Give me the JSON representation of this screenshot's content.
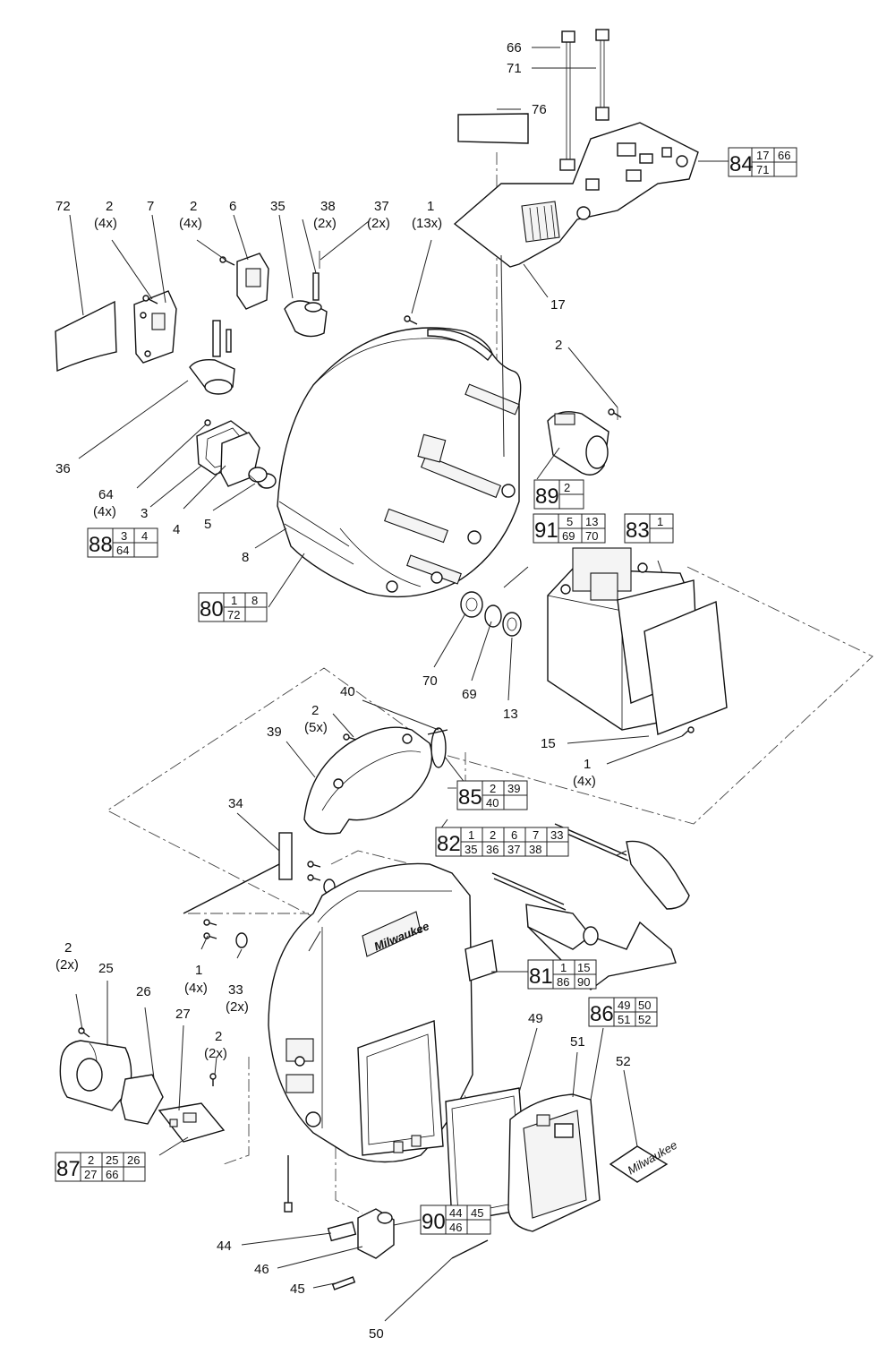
{
  "callouts": [
    {
      "id": "c66",
      "lines": [
        "66"
      ]
    },
    {
      "id": "c71",
      "lines": [
        "71"
      ]
    },
    {
      "id": "c76",
      "lines": [
        "76"
      ]
    },
    {
      "id": "c72",
      "lines": [
        "72"
      ]
    },
    {
      "id": "c2a",
      "lines": [
        "2",
        "(4x)"
      ]
    },
    {
      "id": "c7",
      "lines": [
        "7"
      ]
    },
    {
      "id": "c2b",
      "lines": [
        "2",
        "(4x)"
      ]
    },
    {
      "id": "c6",
      "lines": [
        "6"
      ]
    },
    {
      "id": "c35",
      "lines": [
        "35"
      ]
    },
    {
      "id": "c38",
      "lines": [
        "38",
        "(2x)"
      ]
    },
    {
      "id": "c37",
      "lines": [
        "37",
        "(2x)"
      ]
    },
    {
      "id": "c1a",
      "lines": [
        "1",
        "(13x)"
      ]
    },
    {
      "id": "c17",
      "lines": [
        "17"
      ]
    },
    {
      "id": "c2c",
      "lines": [
        "2"
      ]
    },
    {
      "id": "c36",
      "lines": [
        "36"
      ]
    },
    {
      "id": "c64",
      "lines": [
        "64",
        "(4x)"
      ]
    },
    {
      "id": "c3",
      "lines": [
        "3"
      ]
    },
    {
      "id": "c4",
      "lines": [
        "4"
      ]
    },
    {
      "id": "c5",
      "lines": [
        "5"
      ]
    },
    {
      "id": "c8",
      "lines": [
        "8"
      ]
    },
    {
      "id": "c70",
      "lines": [
        "70"
      ]
    },
    {
      "id": "c69",
      "lines": [
        "69"
      ]
    },
    {
      "id": "c13",
      "lines": [
        "13"
      ]
    },
    {
      "id": "c15",
      "lines": [
        "15"
      ]
    },
    {
      "id": "c1b",
      "lines": [
        "1",
        "(4x)"
      ]
    },
    {
      "id": "c40",
      "lines": [
        "40"
      ]
    },
    {
      "id": "c2d",
      "lines": [
        "2",
        "(5x)"
      ]
    },
    {
      "id": "c39",
      "lines": [
        "39"
      ]
    },
    {
      "id": "c34",
      "lines": [
        "34"
      ]
    },
    {
      "id": "c2e",
      "lines": [
        "2",
        "(2x)"
      ]
    },
    {
      "id": "c25",
      "lines": [
        "25"
      ]
    },
    {
      "id": "c26",
      "lines": [
        "26"
      ]
    },
    {
      "id": "c27",
      "lines": [
        "27"
      ]
    },
    {
      "id": "c1c",
      "lines": [
        "1",
        "(4x)"
      ]
    },
    {
      "id": "c33",
      "lines": [
        "33",
        "(2x)"
      ]
    },
    {
      "id": "c2f",
      "lines": [
        "2",
        "(2x)"
      ]
    },
    {
      "id": "c49",
      "lines": [
        "49"
      ]
    },
    {
      "id": "c51",
      "lines": [
        "51"
      ]
    },
    {
      "id": "c52",
      "lines": [
        "52"
      ]
    },
    {
      "id": "c44",
      "lines": [
        "44"
      ]
    },
    {
      "id": "c46",
      "lines": [
        "46"
      ]
    },
    {
      "id": "c45",
      "lines": [
        "45"
      ]
    },
    {
      "id": "c50",
      "lines": [
        "50"
      ]
    }
  ],
  "kits": [
    {
      "id": "k84",
      "num": "84",
      "cells": [
        "17",
        "66",
        "71",
        ""
      ]
    },
    {
      "id": "k89",
      "num": "89",
      "cells": [
        "2"
      ]
    },
    {
      "id": "k91",
      "num": "91",
      "cells": [
        "5",
        "13",
        "69",
        "70"
      ]
    },
    {
      "id": "k83",
      "num": "83",
      "cells": [
        "1"
      ]
    },
    {
      "id": "k88",
      "num": "88",
      "cells": [
        "3",
        "4",
        "64",
        ""
      ]
    },
    {
      "id": "k80",
      "num": "80",
      "cells": [
        "1",
        "8",
        "72",
        ""
      ]
    },
    {
      "id": "k85",
      "num": "85",
      "cells": [
        "2",
        "39",
        "40",
        ""
      ]
    },
    {
      "id": "k82",
      "num": "82",
      "cells": [
        "1",
        "2",
        "6",
        "7",
        "33",
        "35",
        "36",
        "37",
        "38",
        ""
      ]
    },
    {
      "id": "k81",
      "num": "81",
      "cells": [
        "1",
        "15",
        "86",
        "90"
      ]
    },
    {
      "id": "k86",
      "num": "86",
      "cells": [
        "49",
        "50",
        "51",
        "52"
      ]
    },
    {
      "id": "k87",
      "num": "87",
      "cells": [
        "2",
        "25",
        "26",
        "27",
        "66",
        ""
      ]
    },
    {
      "id": "k90",
      "num": "90",
      "cells": [
        "44",
        "45",
        "46",
        ""
      ]
    }
  ],
  "logos": {
    "housing_logo": "Milwaukee",
    "tag_logo": "Milwaukee"
  }
}
